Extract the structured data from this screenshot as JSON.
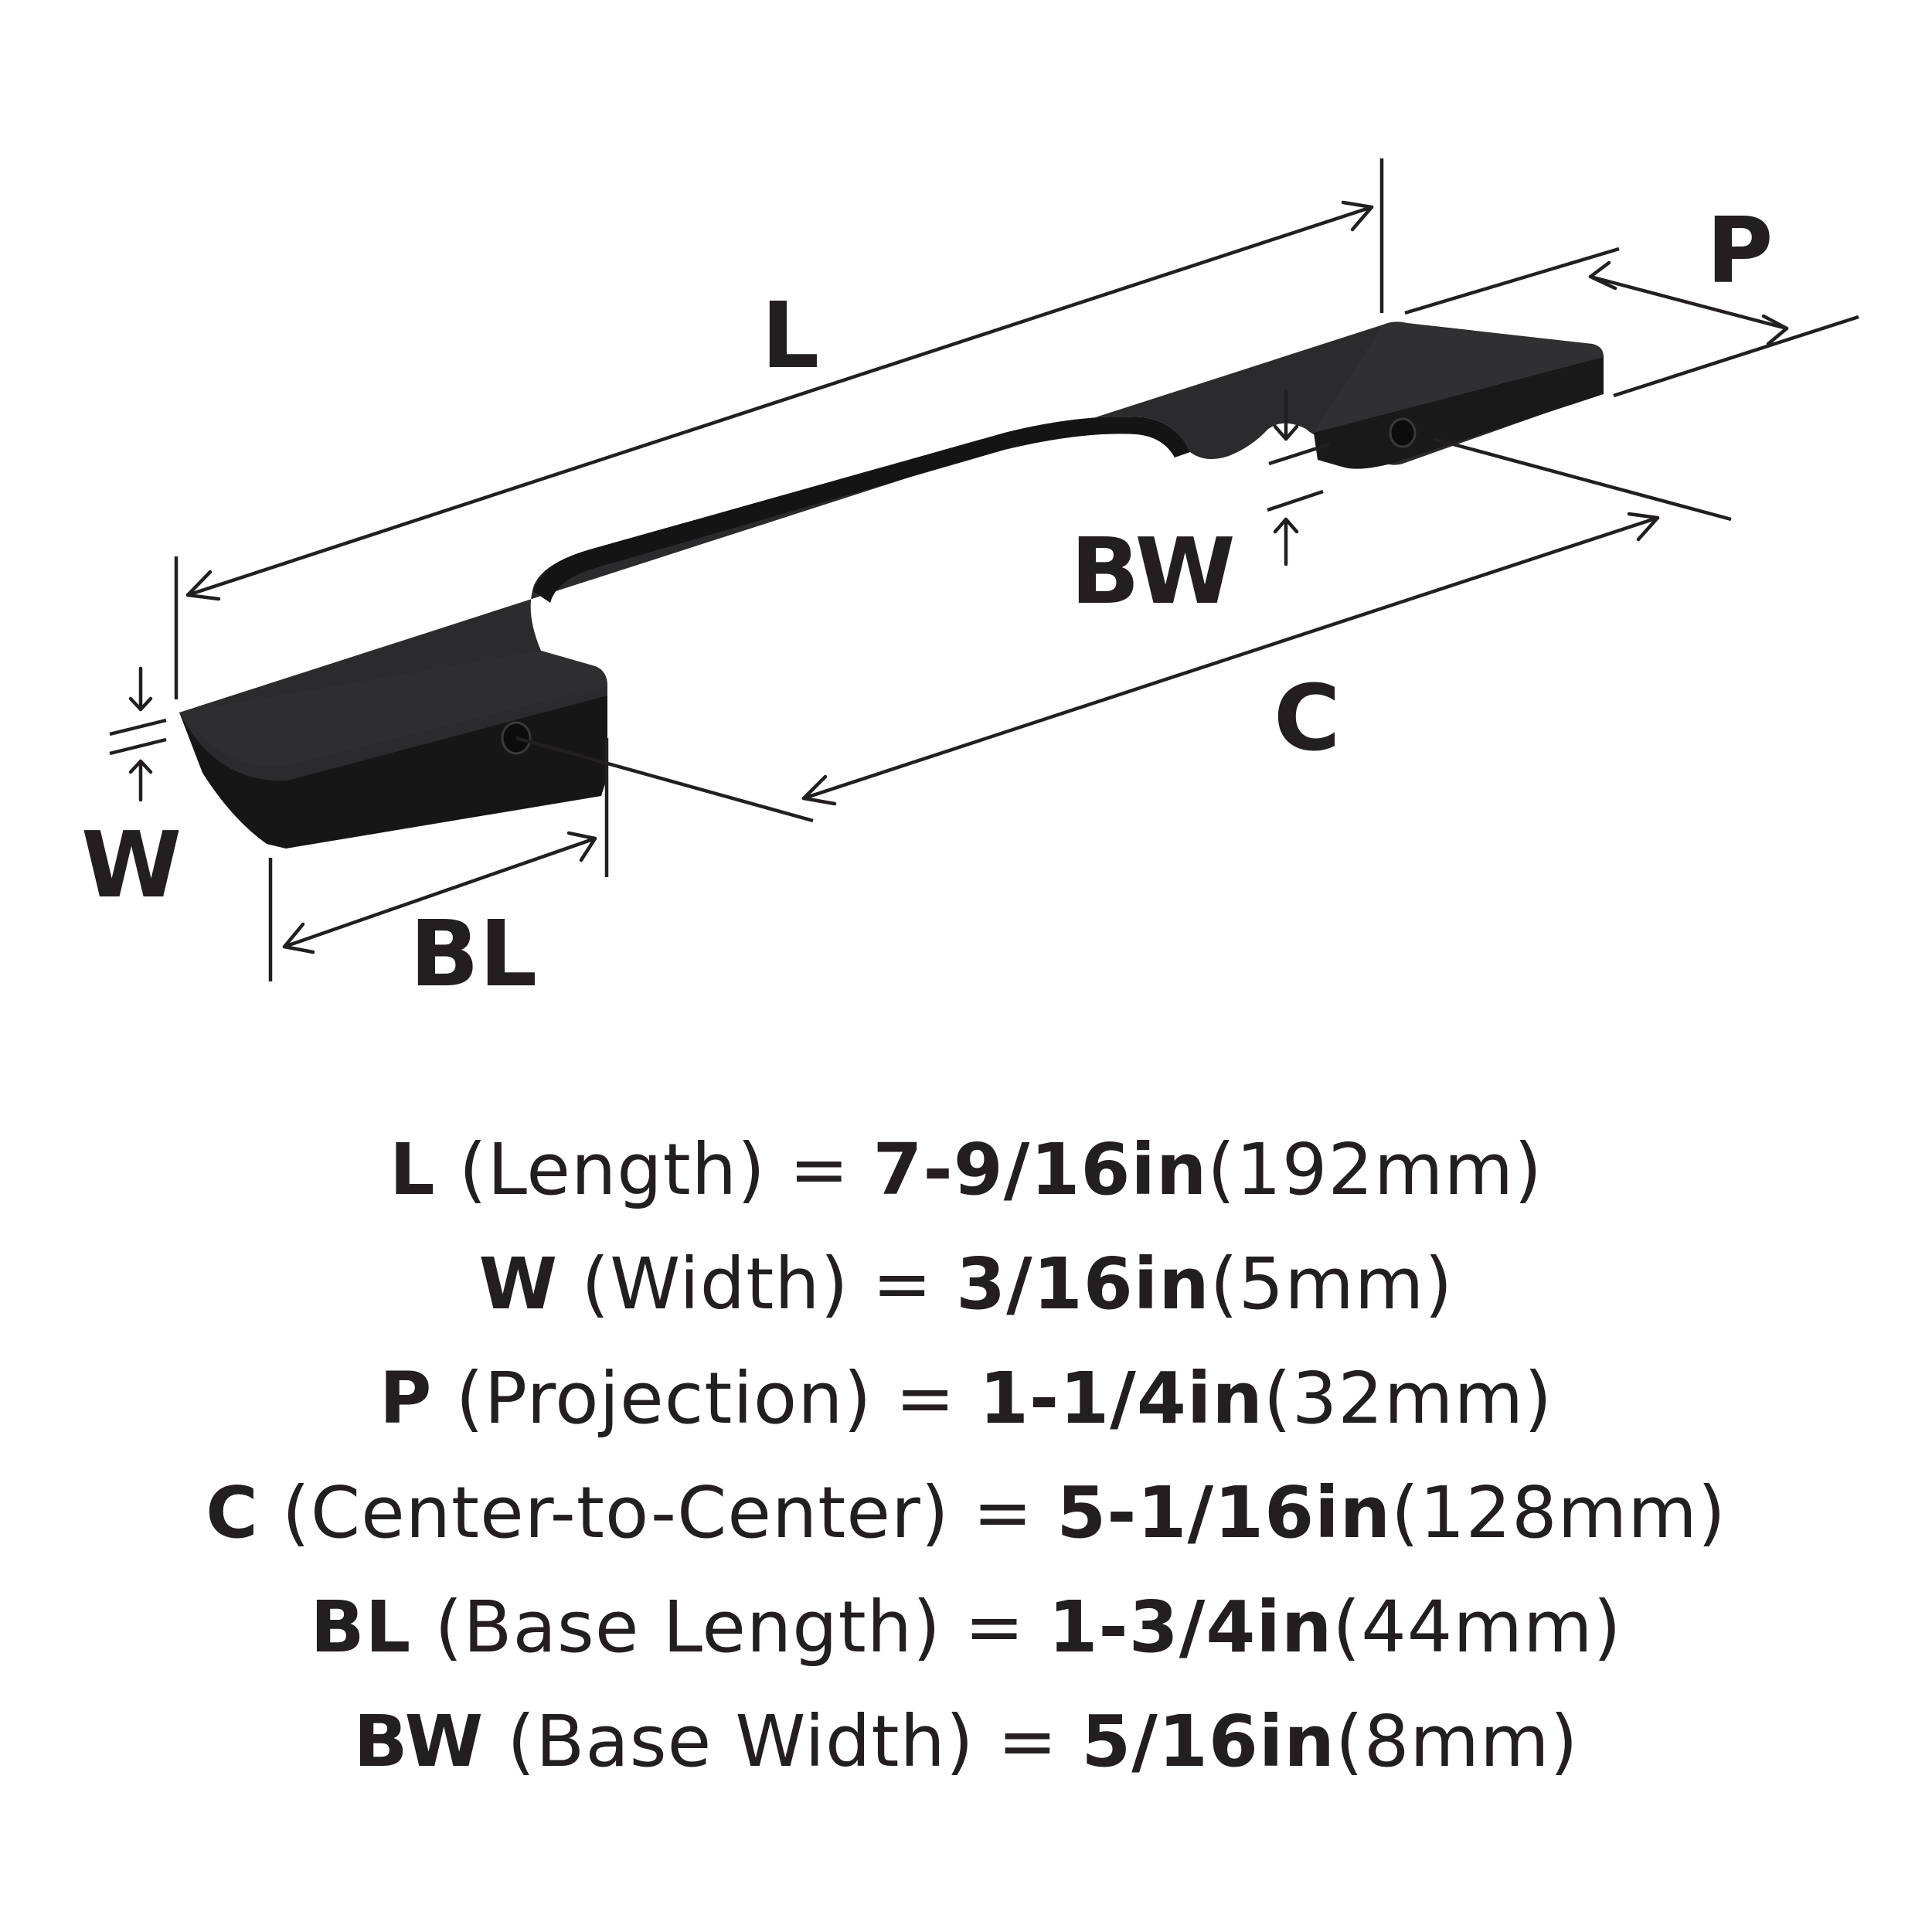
{
  "diagram": {
    "labels": {
      "L": "L",
      "P": "P",
      "BW": "BW",
      "C": "C",
      "W": "W",
      "BL": "BL"
    },
    "colors": {
      "ink": "#231f20",
      "handle_top": "#2a2a2c",
      "handle_front": "#1a1a1b",
      "handle_edge": "#0f0f10",
      "background": "#ffffff"
    }
  },
  "specs": [
    {
      "code": "L",
      "desc": "(Length)",
      "eq": "=",
      "imperial": "7-9/16in",
      "metric": "(192mm)"
    },
    {
      "code": "W",
      "desc": "(Width)",
      "eq": "=",
      "imperial": "3/16in",
      "metric": "(5mm)"
    },
    {
      "code": "P",
      "desc": "(Projection)",
      "eq": "=",
      "imperial": "1-1/4in",
      "metric": "(32mm)"
    },
    {
      "code": "C",
      "desc": "(Center-to-Center)",
      "eq": "=",
      "imperial": "5-1/16in",
      "metric": "(128mm)"
    },
    {
      "code": "BL",
      "desc": "(Base Length)",
      "eq": "=",
      "imperial": "1-3/4in",
      "metric": "(44mm)"
    },
    {
      "code": "BW",
      "desc": "(Base Width)",
      "eq": "=",
      "imperial": "5/16in",
      "metric": "(8mm)"
    }
  ]
}
